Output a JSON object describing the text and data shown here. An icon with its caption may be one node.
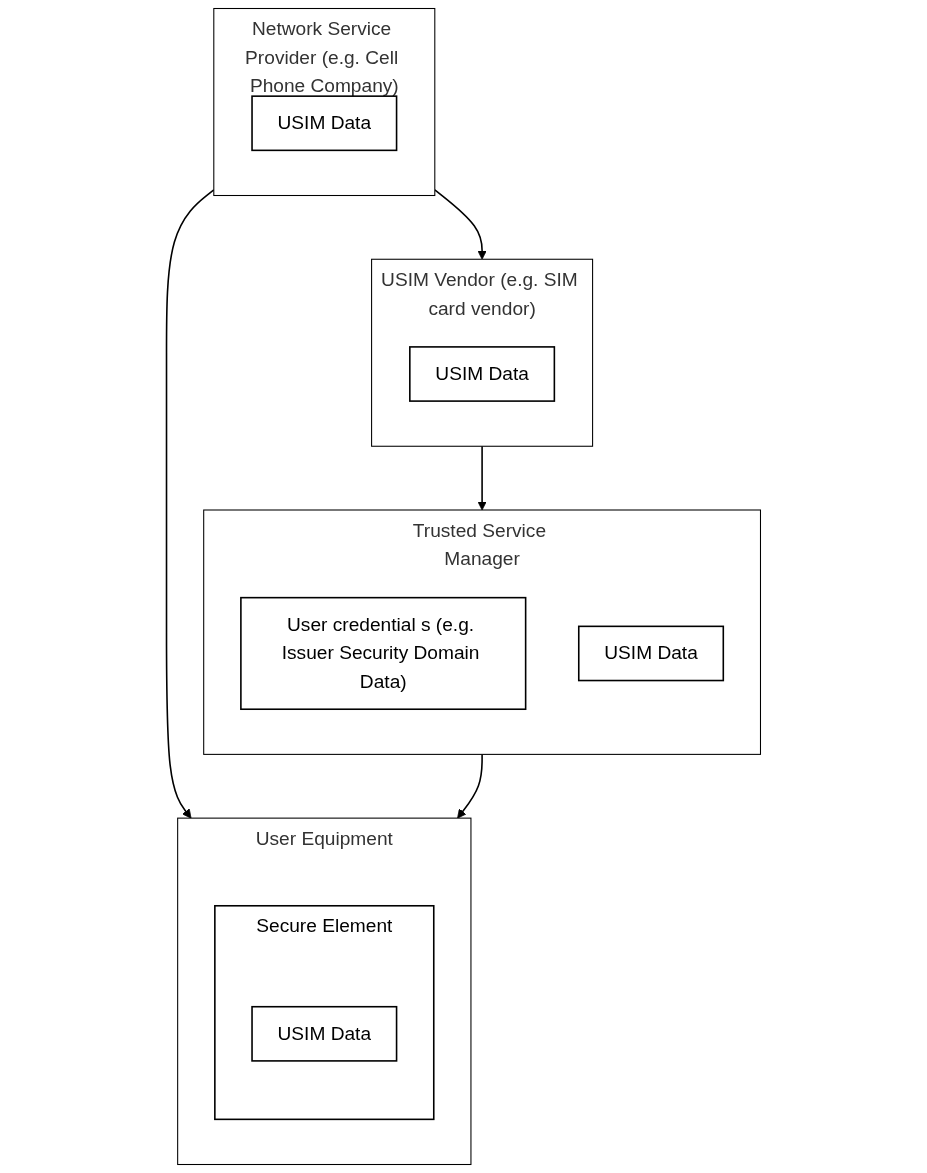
{
  "diagram": {
    "nodes": [
      {
        "text": [
          "USIM Vendor (e.g. SIM card vendor)"
        ]
      },
      {
        "text": [
          "USIM Data"
        ],
        "in": 0
      },
      {
        "text": [
          "Network Service Provider (e.g. Cell Phone Company)"
        ]
      },
      {
        "text": [
          "USIM Data"
        ],
        "in": 2
      },
      {
        "text": [
          "Trusted Service Manager"
        ]
      },
      {
        "text": [
          "User credential s (e.g. Issuer Security Domain Data)"
        ],
        "in": 4
      },
      {
        "text": [
          "USIM Data"
        ],
        "in": 4
      },
      {
        "text": [
          "User Equipment"
        ]
      },
      {
        "text": [
          "Secure Element"
        ],
        "in": 7
      },
      {
        "text": [
          "USIM Data"
        ],
        "in": 8
      }
    ],
    "edges": [
      {
        "from": 2,
        "to": 0,
        "arrow": "to"
      },
      {
        "from": 0,
        "to": 4,
        "arrow": "to"
      },
      {
        "from": 2,
        "to": 7,
        "arrow": "to"
      },
      {
        "from": 4,
        "to": 7,
        "arrow": "to"
      }
    ]
  }
}
